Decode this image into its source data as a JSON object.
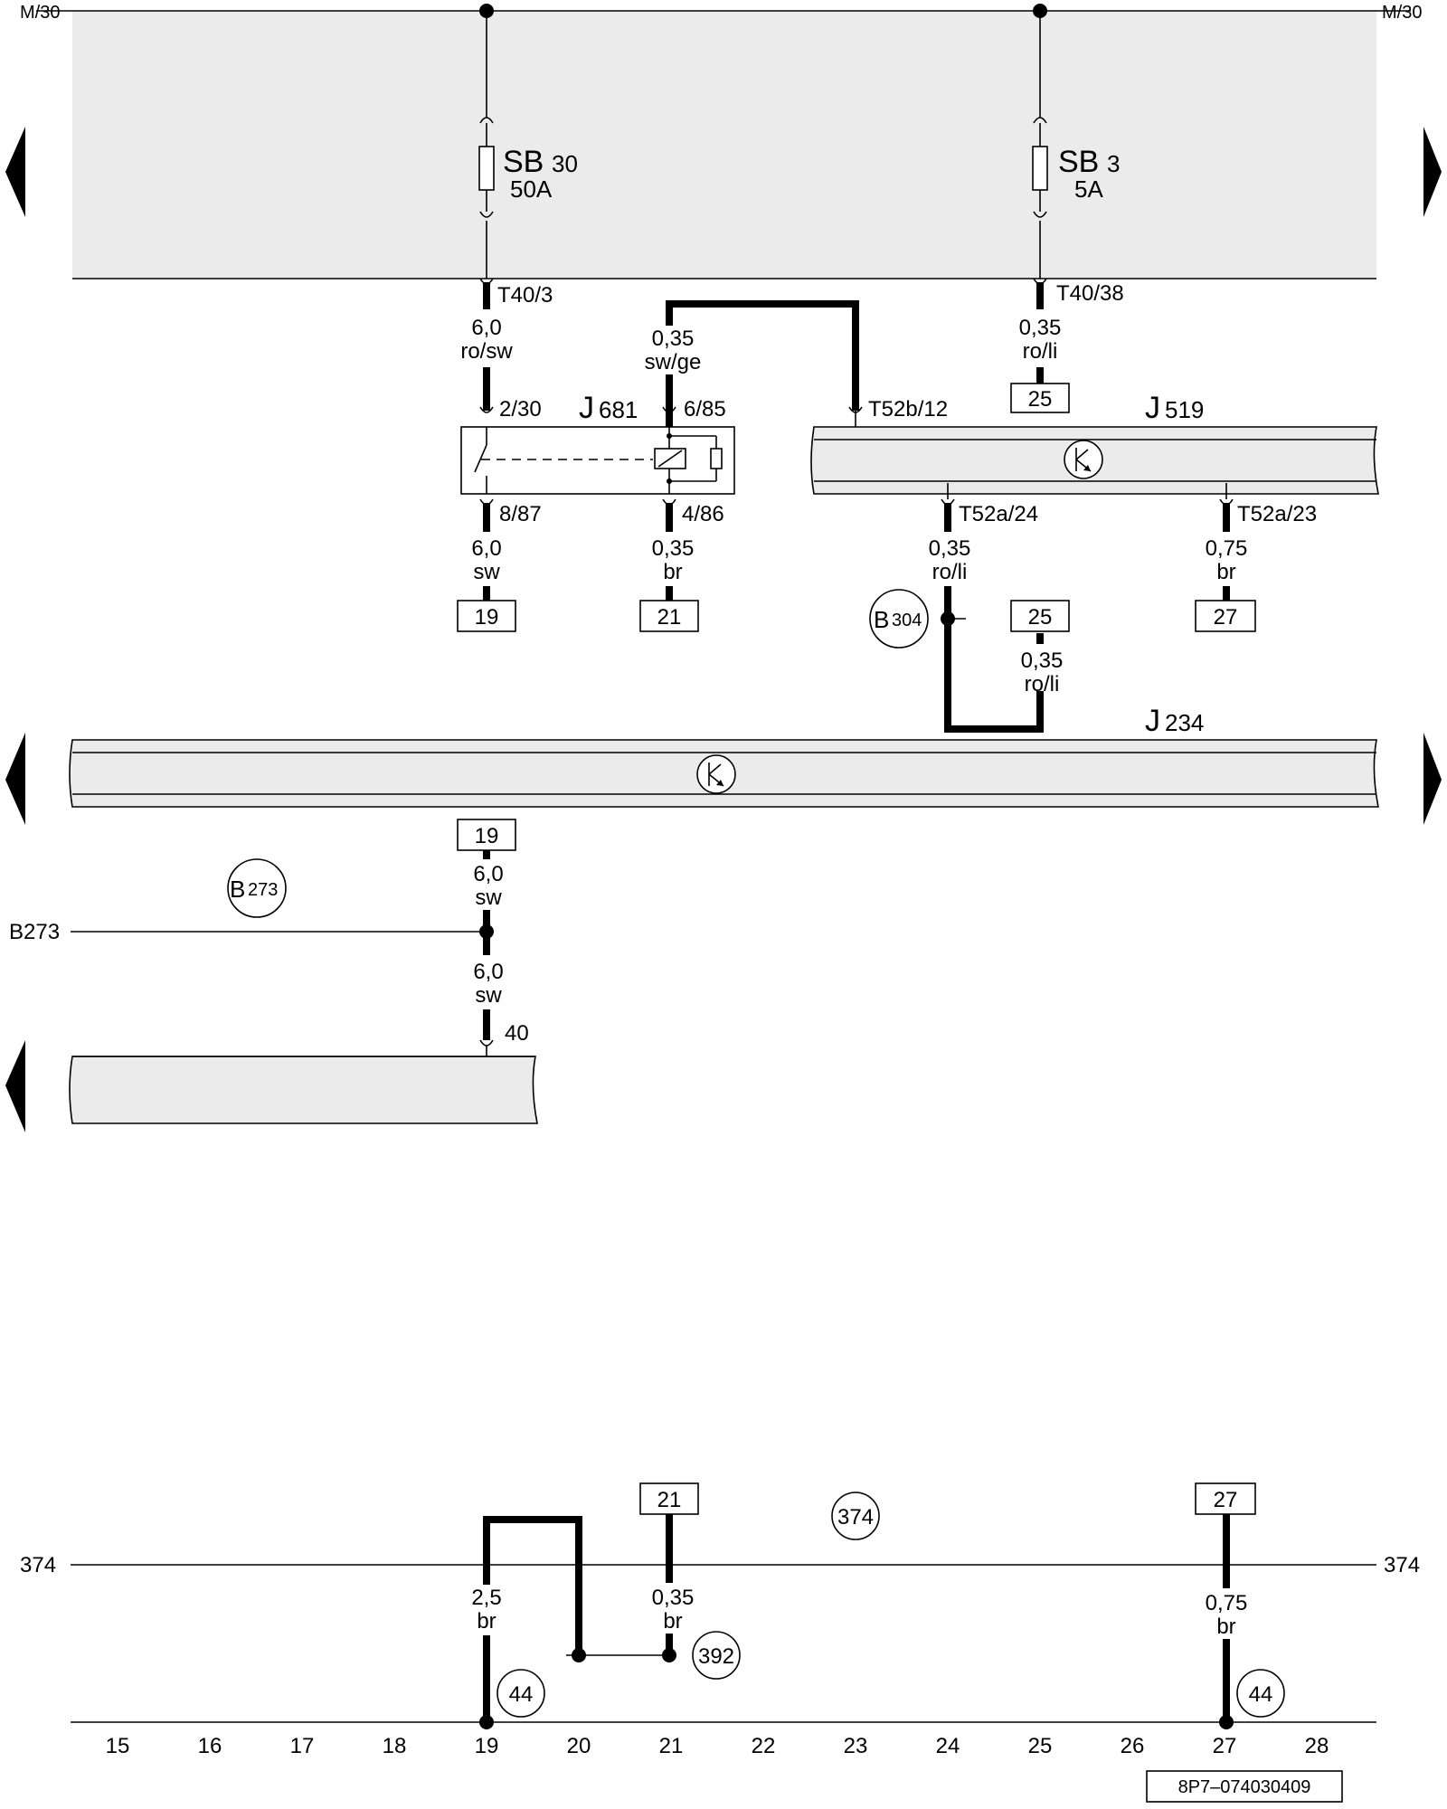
{
  "bus": {
    "m30_left": "M/30",
    "m30_right": "M/30",
    "bus374_left": "374",
    "bus374_right": "374",
    "b273_label": "B273"
  },
  "fuses": {
    "sb30": {
      "name": "SB",
      "num": "30",
      "rating": "50A"
    },
    "sb3": {
      "name": "SB",
      "num": "3",
      "rating": "5A"
    }
  },
  "pins": {
    "t40_3": "T40/3",
    "t40_38": "T40/38",
    "p2_30": "2/30",
    "p6_85": "6/85",
    "p8_87": "8/87",
    "p4_86": "4/86",
    "t52b_12": "T52b/12",
    "t52a_24": "T52a/24",
    "t52a_23": "T52a/23",
    "p40": "40"
  },
  "wires": {
    "w1": {
      "size": "6,0",
      "color": "ro/sw"
    },
    "w2": {
      "size": "0,35",
      "color": "sw/ge"
    },
    "w3": {
      "size": "0,35",
      "color": "ro/li"
    },
    "w4": {
      "size": "6,0",
      "color": "sw"
    },
    "w5": {
      "size": "0,35",
      "color": "br"
    },
    "w6": {
      "size": "0,35",
      "color": "ro/li"
    },
    "w7": {
      "size": "0,75",
      "color": "br"
    },
    "w8": {
      "size": "0,35",
      "color": "ro/li"
    },
    "w9": {
      "size": "6,0",
      "color": "sw"
    },
    "w10": {
      "size": "6,0",
      "color": "sw"
    },
    "w11": {
      "size": "2,5",
      "color": "br"
    },
    "w12": {
      "size": "0,35",
      "color": "br"
    },
    "w13": {
      "size": "0,75",
      "color": "br"
    }
  },
  "components": {
    "j681": {
      "letter": "J",
      "num": "681"
    },
    "j519": {
      "letter": "J",
      "num": "519"
    },
    "j234": {
      "letter": "J",
      "num": "234"
    }
  },
  "refs": {
    "r25a": "25",
    "r19a": "19",
    "r21a": "21",
    "r25b": "25",
    "r27a": "27",
    "r19b": "19",
    "r21b": "21",
    "r27b": "27"
  },
  "circles": {
    "b304": {
      "letter": "B",
      "num": "304"
    },
    "b273": {
      "letter": "B",
      "num": "273"
    },
    "c374": "374",
    "c392": "392",
    "c44a": "44",
    "c44b": "44"
  },
  "footer_id": "8P7–074030409",
  "scale": [
    "15",
    "16",
    "17",
    "18",
    "19",
    "20",
    "21",
    "22",
    "23",
    "24",
    "25",
    "26",
    "27",
    "28"
  ]
}
